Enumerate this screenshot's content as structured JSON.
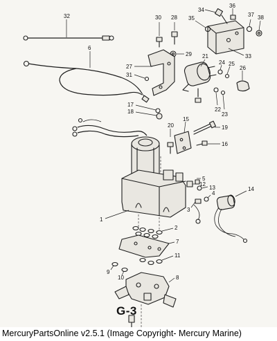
{
  "diagram": {
    "code": "G-3",
    "callouts": [
      "1",
      "2",
      "3",
      "4",
      "5",
      "6",
      "7",
      "8",
      "9",
      "10",
      "11",
      "12",
      "13",
      "14",
      "15",
      "16",
      "17",
      "18",
      "19",
      "20",
      "21",
      "22",
      "23",
      "24",
      "25",
      "26",
      "27",
      "28",
      "29",
      "30",
      "31",
      "32",
      "33",
      "34",
      "35",
      "36",
      "37",
      "38"
    ]
  },
  "footer": {
    "text": "MercuryPartsOnline v2.5.1 (Image Copyright- Mercury Marine)"
  }
}
